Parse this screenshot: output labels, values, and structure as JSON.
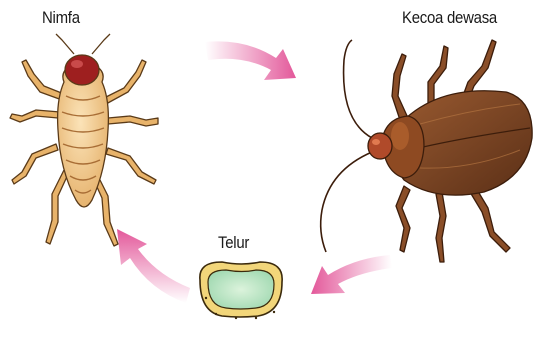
{
  "title": "",
  "stages": {
    "nymph": {
      "label": "Nimfa",
      "icon": "nymph-cockroach-icon"
    },
    "adult": {
      "label": "Kecoa dewasa",
      "icon": "adult-cockroach-icon"
    },
    "egg": {
      "label": "Telur",
      "icon": "egg-capsule-icon"
    }
  },
  "cycle_order": [
    "Telur",
    "Nimfa",
    "Kecoa dewasa"
  ],
  "colors": {
    "arrow": "#e3589a",
    "nymph_body": "#f1c98c",
    "nymph_head": "#9e1f1f",
    "adult_body": "#7a4524",
    "adult_head": "#b04a2a",
    "egg_shell": "#f2d67a",
    "egg_inner": "#bfe6c6"
  }
}
